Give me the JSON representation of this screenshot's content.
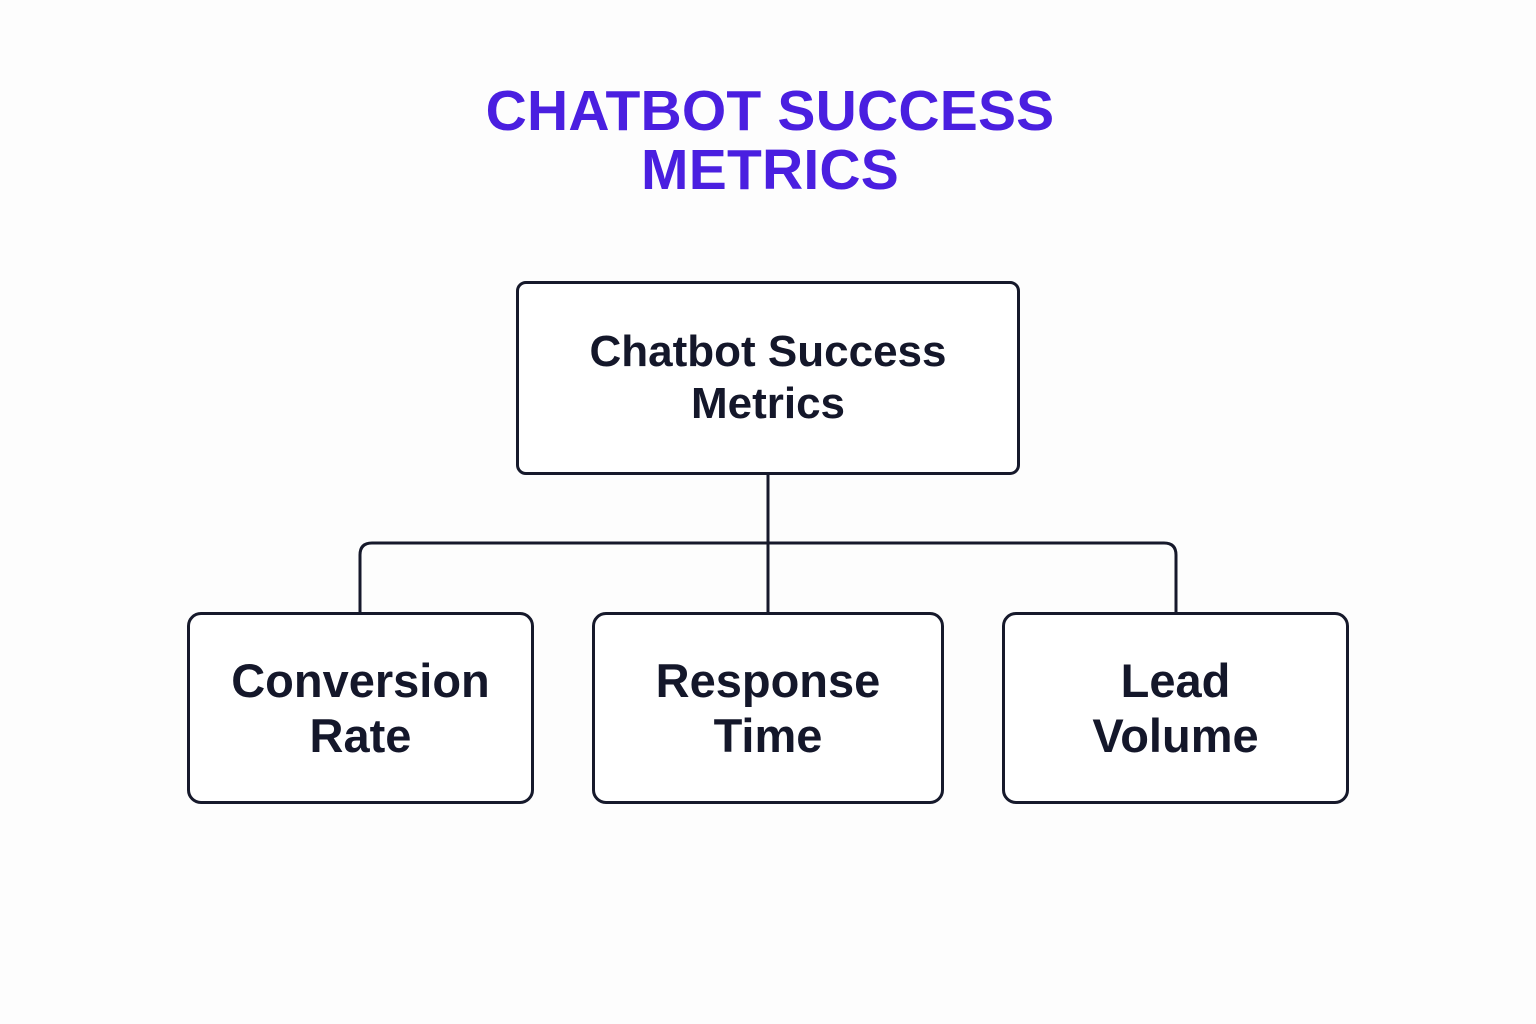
{
  "meta": {
    "background_color": "#fdfdfd",
    "accent_color": "#4a1fe0",
    "node_border_color": "#16192b",
    "node_text_color": "#14172a",
    "node_fill_color": "#ffffff"
  },
  "title": {
    "text": "CHATBOT SUCCESS\nMETRICS"
  },
  "diagram": {
    "type": "tree",
    "root": {
      "label": "Chatbot Success\nMetrics"
    },
    "children": [
      {
        "label": "Conversion\nRate"
      },
      {
        "label": "Response\nTime"
      },
      {
        "label": "Lead\nVolume"
      }
    ]
  }
}
